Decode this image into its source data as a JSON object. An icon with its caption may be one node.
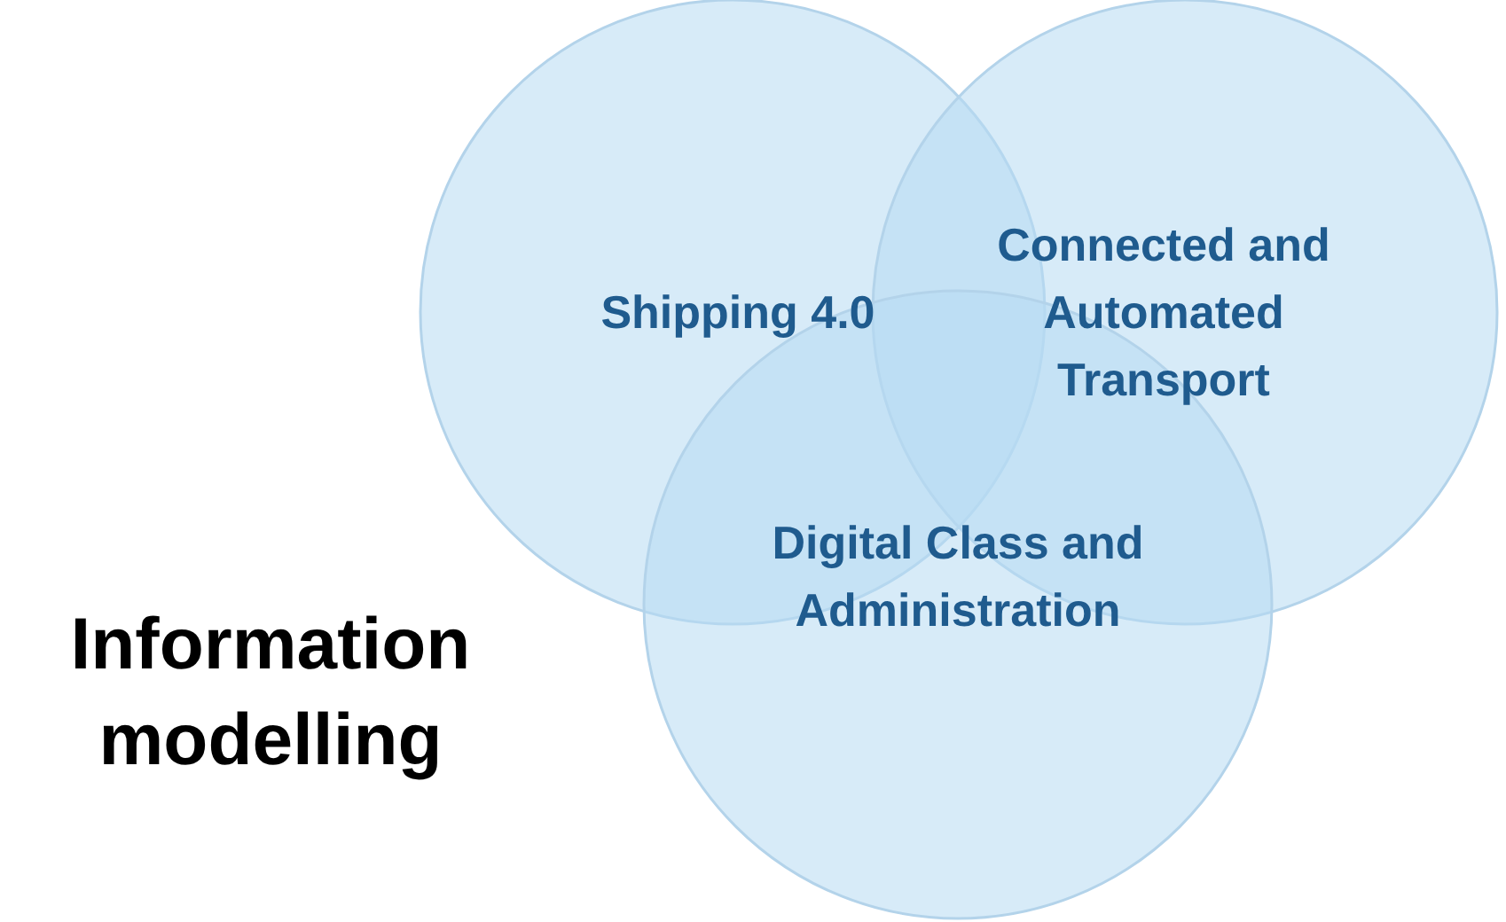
{
  "diagram": {
    "title": "Information modelling",
    "nodes": [
      {
        "text": [
          "Shipping 4.0"
        ]
      },
      {
        "text": [
          "Connected and Automated Transport"
        ]
      },
      {
        "text": [
          "Digital Class and Administration"
        ]
      }
    ]
  }
}
